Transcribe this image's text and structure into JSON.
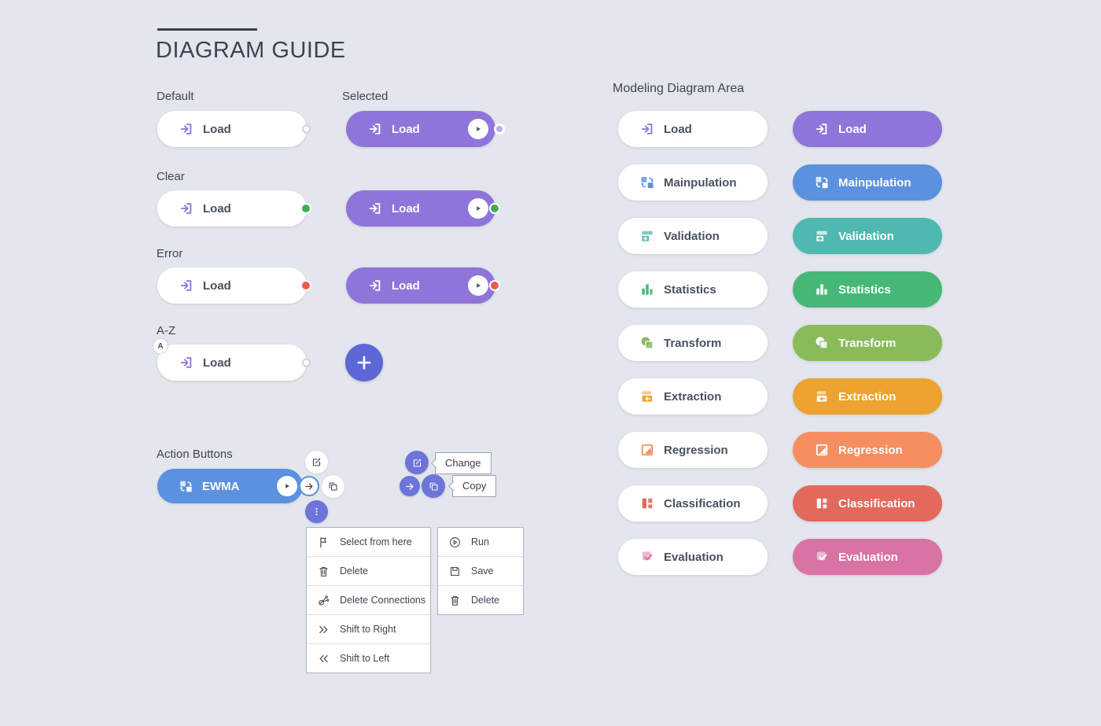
{
  "page": {
    "title": "DIAGRAM GUIDE"
  },
  "guide": {
    "default_label": "Default",
    "selected_label": "Selected",
    "clear_label": "Clear",
    "error_label": "Error",
    "az_label": "A-Z",
    "az_badge": "A",
    "action_label": "Action Buttons",
    "node_label": "Load",
    "action_node_label": "EWMA"
  },
  "tooltips": {
    "change": "Change",
    "copy": "Copy"
  },
  "menus": {
    "node": [
      {
        "icon": "flag-icon",
        "label": "Select from here"
      },
      {
        "icon": "trash-icon",
        "label": "Delete"
      },
      {
        "icon": "delete-connections-icon",
        "label": "Delete Connections"
      },
      {
        "icon": "shift-right-icon",
        "label": "Shift to Right"
      },
      {
        "icon": "shift-left-icon",
        "label": "Shift to Left"
      }
    ],
    "diagram": [
      {
        "icon": "run-icon",
        "label": "Run"
      },
      {
        "icon": "save-icon",
        "label": "Save"
      },
      {
        "icon": "trash-icon",
        "label": "Delete"
      }
    ]
  },
  "modeling": {
    "title": "Modeling Diagram Area",
    "items": [
      {
        "label": "Load",
        "icon": "load-icon",
        "color": "#8f75da"
      },
      {
        "label": "Mainpulation",
        "icon": "manipulation-icon",
        "color": "#5b91df"
      },
      {
        "label": "Validation",
        "icon": "validation-icon",
        "color": "#4fb8af"
      },
      {
        "label": "Statistics",
        "icon": "statistics-icon",
        "color": "#45b877"
      },
      {
        "label": "Transform",
        "icon": "transform-icon",
        "color": "#8abb5b"
      },
      {
        "label": "Extraction",
        "icon": "extraction-icon",
        "color": "#eca32f"
      },
      {
        "label": "Regression",
        "icon": "regression-icon",
        "color": "#f58e61"
      },
      {
        "label": "Classification",
        "icon": "classification-icon",
        "color": "#e2695b"
      },
      {
        "label": "Evaluation",
        "icon": "evaluation-icon",
        "color": "#d973a3"
      }
    ]
  },
  "colors": {
    "selected": "#8f75da",
    "action_node": "#5b91df",
    "clear_dot": "#3fae54",
    "error_dot": "#ea5a50",
    "plus_button": "#5d68d6",
    "action_circle": "#6d74da"
  }
}
